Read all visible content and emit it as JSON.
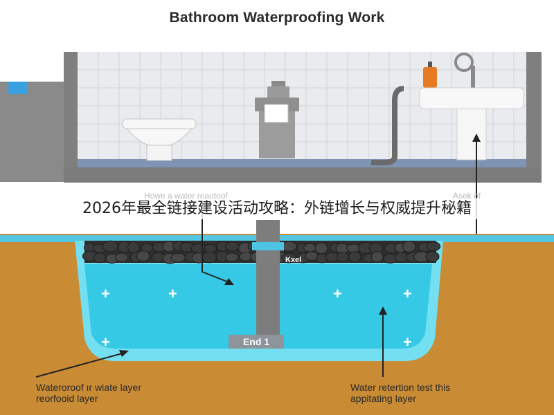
{
  "title": "Bathroom Waterproofing Work",
  "caption": "2026年最全链接建设活动攻略：外链增长与权威提升秘籍",
  "labels": {
    "top_left_faded": "Howe a water reaotoof",
    "top_right_faded": "Asek of",
    "end_label": "End 1",
    "cap_text": "Kxel",
    "bottom_left_line1": "Wateroroof ır wiate layer",
    "bottom_left_line2": "reorfooid layer",
    "bottom_right_line1": "Water retertion test this",
    "bottom_right_line2": "appitating layer"
  },
  "colors": {
    "wall": "#808080",
    "tile_bg": "#e9ebee",
    "soil": "#c98b34",
    "water": "#35c9e5",
    "water_light": "#74dff0",
    "gravel": "#2e2e2e",
    "floor_band": "#7f93b3"
  }
}
